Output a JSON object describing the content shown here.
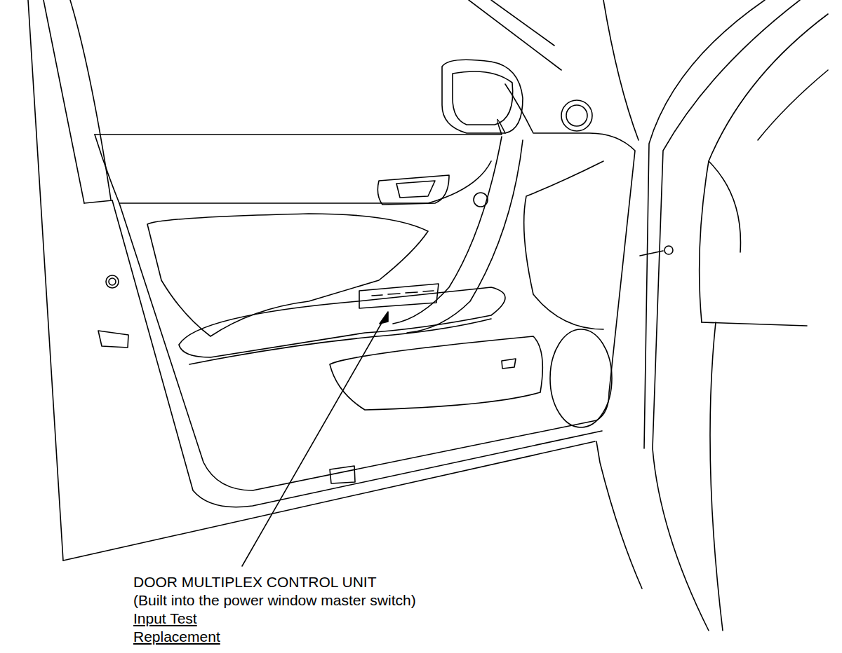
{
  "diagram": {
    "labels": [
      "DOOR MULTIPLEX CONTROL UNIT",
      "(Built into the power window master switch)",
      "Input Test",
      "Replacement"
    ]
  }
}
